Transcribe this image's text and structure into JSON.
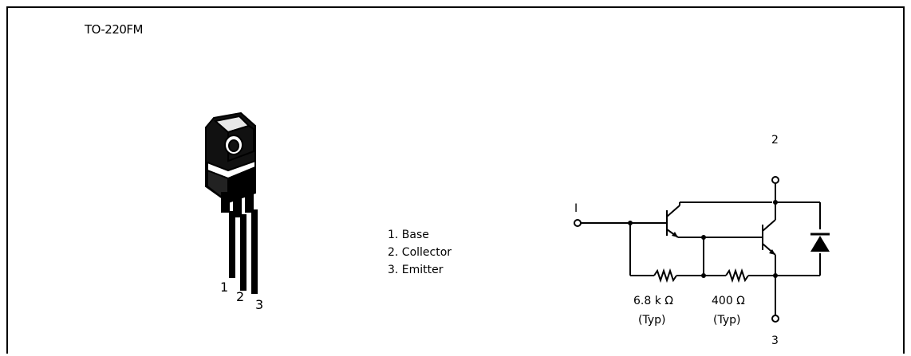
{
  "package": {
    "name": "TO-220FM"
  },
  "pin_legend": [
    {
      "text": "1. Base"
    },
    {
      "text": "2. Collector"
    },
    {
      "text": "3. Emitter"
    }
  ],
  "package_pins": [
    "1",
    "2",
    "3"
  ],
  "circuit": {
    "terminals": {
      "base": "I",
      "collector": "2",
      "emitter": "3"
    },
    "resistors": [
      {
        "value": "6.8 k Ω",
        "note": "(Typ)"
      },
      {
        "value": "400 Ω",
        "note": "(Typ)"
      }
    ]
  }
}
